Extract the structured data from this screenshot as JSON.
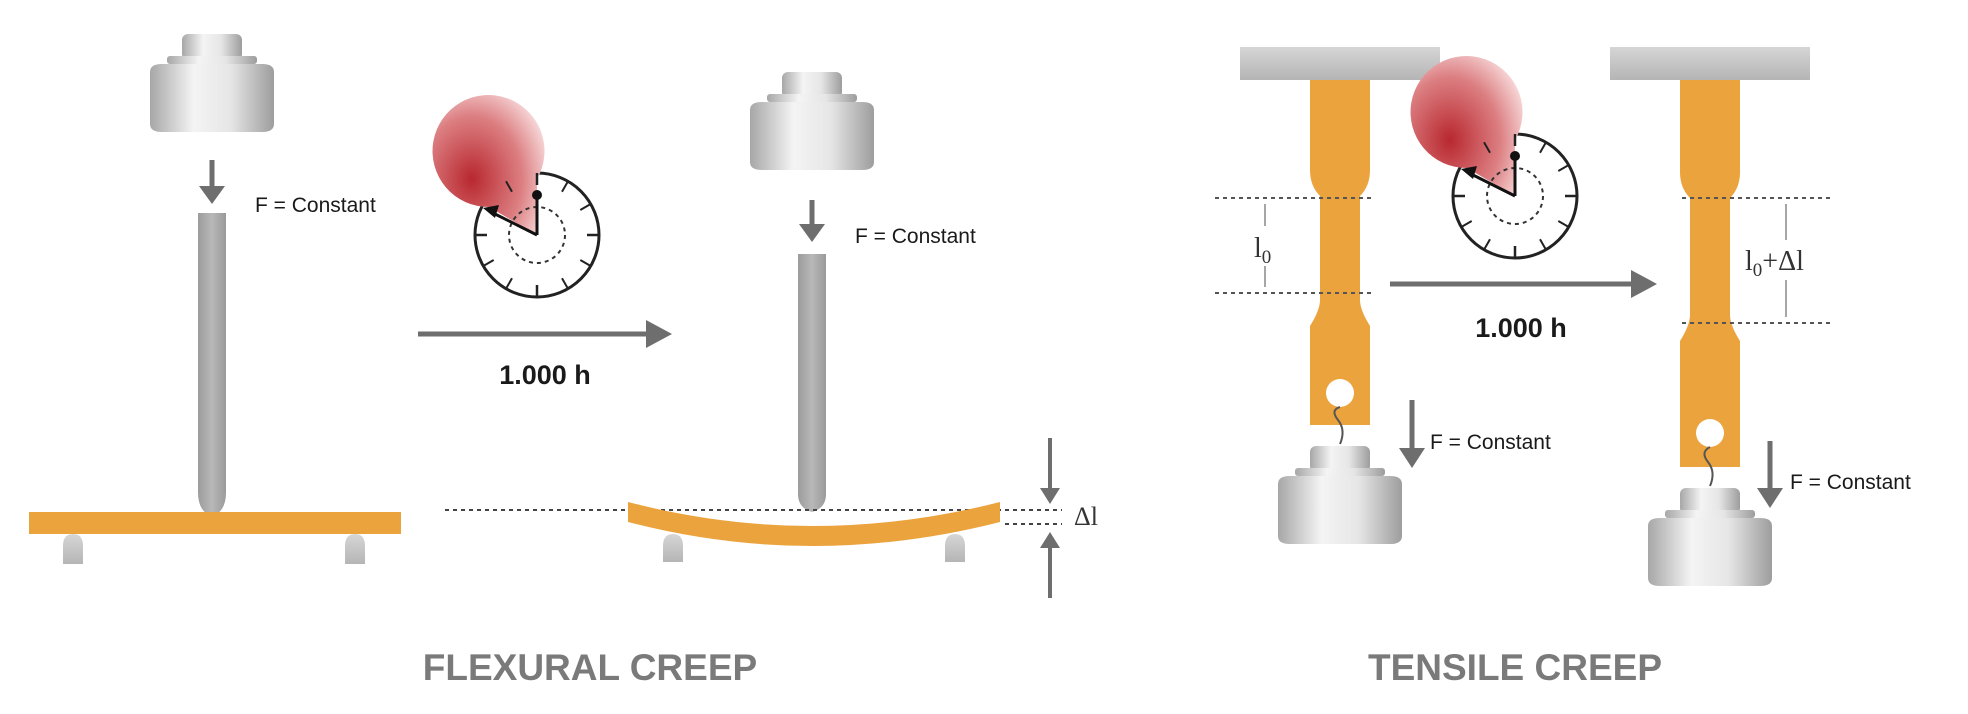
{
  "flexural": {
    "force_label": "F = Constant",
    "force_label_2": "F = Constant",
    "duration": "1.000 h",
    "deflection": "Δl",
    "title": "FLEXURAL CREEP"
  },
  "tensile": {
    "initial_length": "l0",
    "initial_length_base": "l",
    "initial_length_sub": "0",
    "final_length_base": "l",
    "final_length_sub": "0",
    "final_length_suffix": "+Δl",
    "force_label": "F = Constant",
    "force_label_2": "F = Constant",
    "duration": "1.000 h",
    "title": "TENSILE CREEP"
  },
  "colors": {
    "specimen": "#EBA33E",
    "weight_light": "#f2f2f2",
    "weight_dark": "#a9a9a9",
    "arrow": "#6e6e6e",
    "clock_fill": "#c0393f",
    "title": "#7a7a7a"
  },
  "icons": [
    "weight-icon",
    "clock-icon",
    "arrow-right-icon",
    "arrow-down-icon"
  ]
}
